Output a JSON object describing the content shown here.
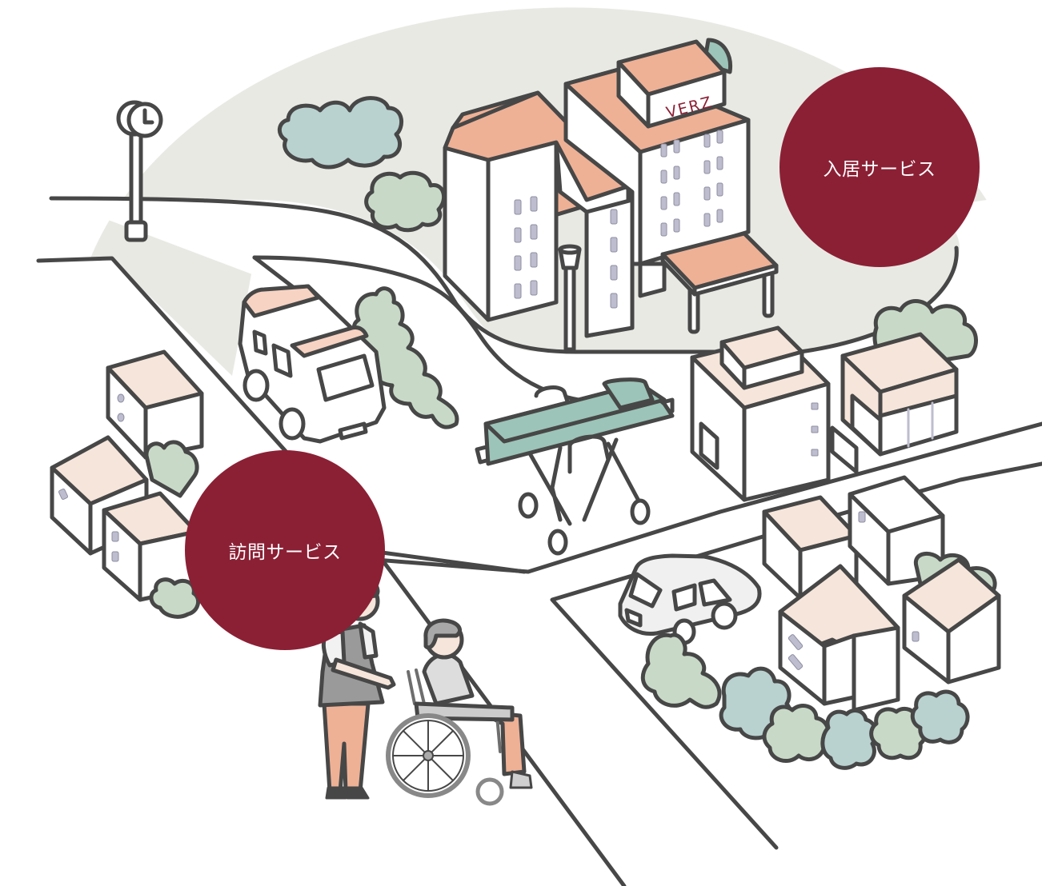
{
  "illustration": {
    "subject": "isometric town with care facility, houses, ambulance, stretcher, caregiver with wheelchair user"
  },
  "building_sign": {
    "text": "VERZ"
  },
  "services": [
    {
      "label": "入居サービス",
      "position": "top-right"
    },
    {
      "label": "訪問サービス",
      "position": "bottom-left"
    }
  ],
  "colors": {
    "service_circle": "#8b2035",
    "background_blob": "#e9e9e4",
    "road": "#ffffff",
    "outline": "#474747",
    "roof_salmon": "#eeb196",
    "roof_light": "#f6e5da",
    "tree_green": "#c8d9c8",
    "tree_teal": "#b9d2d0",
    "window": "#bdbdcf",
    "stretcher": "#9cc4b8"
  }
}
